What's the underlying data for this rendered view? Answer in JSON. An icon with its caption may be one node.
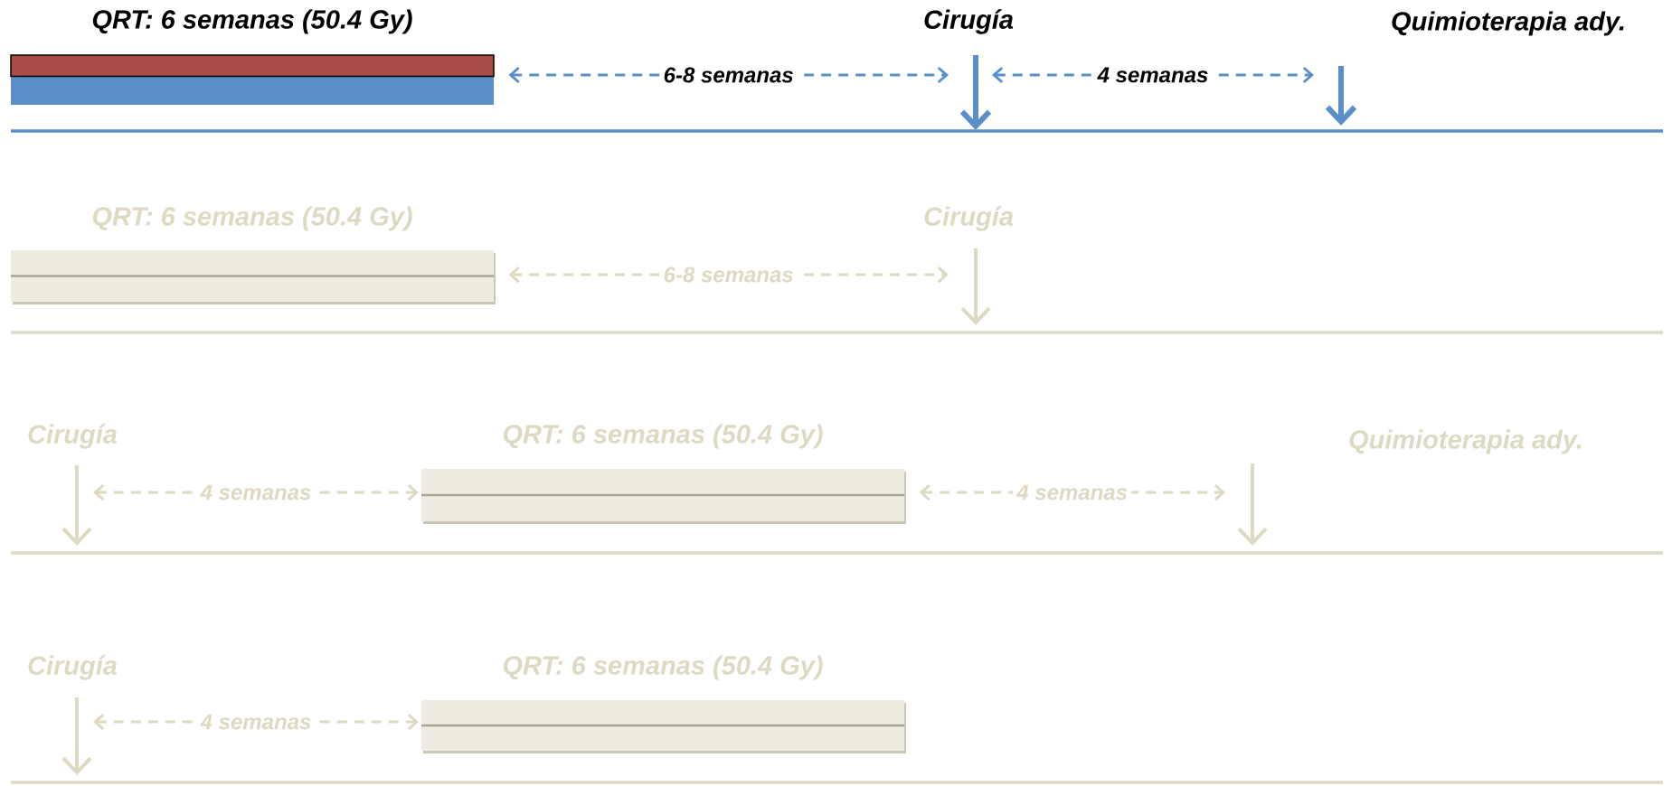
{
  "diagram": {
    "nodes": [
      {
        "text": [
          "QRT: 6 semanas (50.4 Gy)"
        ]
      },
      {
        "text": [
          "Cirugía"
        ]
      },
      {
        "text": [
          "Quimioterapia ady."
        ]
      },
      {
        "text": [
          "QRT: 6 semanas (50.4 Gy)"
        ]
      },
      {
        "text": [
          "Cirugía"
        ]
      },
      {
        "text": [
          "Cirugía"
        ]
      },
      {
        "text": [
          "QRT: 6 semanas (50.4 Gy)"
        ]
      },
      {
        "text": [
          "Quimioterapia ady."
        ]
      },
      {
        "text": [
          "Cirugía"
        ]
      },
      {
        "text": [
          "QRT: 6 semanas (50.4 Gy)"
        ]
      }
    ],
    "edges": [
      {
        "from": 0,
        "to": 1,
        "arrow": "both",
        "label": "6-8 semanas",
        "style": "dashed",
        "color": "#5b8fc9"
      },
      {
        "from": 1,
        "to": 2,
        "arrow": "both",
        "label": "4 semanas",
        "style": "dashed",
        "color": "#5b8fc9"
      },
      {
        "from": 3,
        "to": 4,
        "arrow": "both",
        "label": "6-8 semanas",
        "style": "dashed"
      },
      {
        "from": 5,
        "to": 6,
        "arrow": "both",
        "label": "4 semanas",
        "style": "dashed"
      },
      {
        "from": 6,
        "to": 7,
        "arrow": "both",
        "label": "4 semanas",
        "style": "dashed"
      },
      {
        "from": 8,
        "to": 9,
        "arrow": "both",
        "label": "4 semanas",
        "style": "dashed"
      }
    ]
  }
}
